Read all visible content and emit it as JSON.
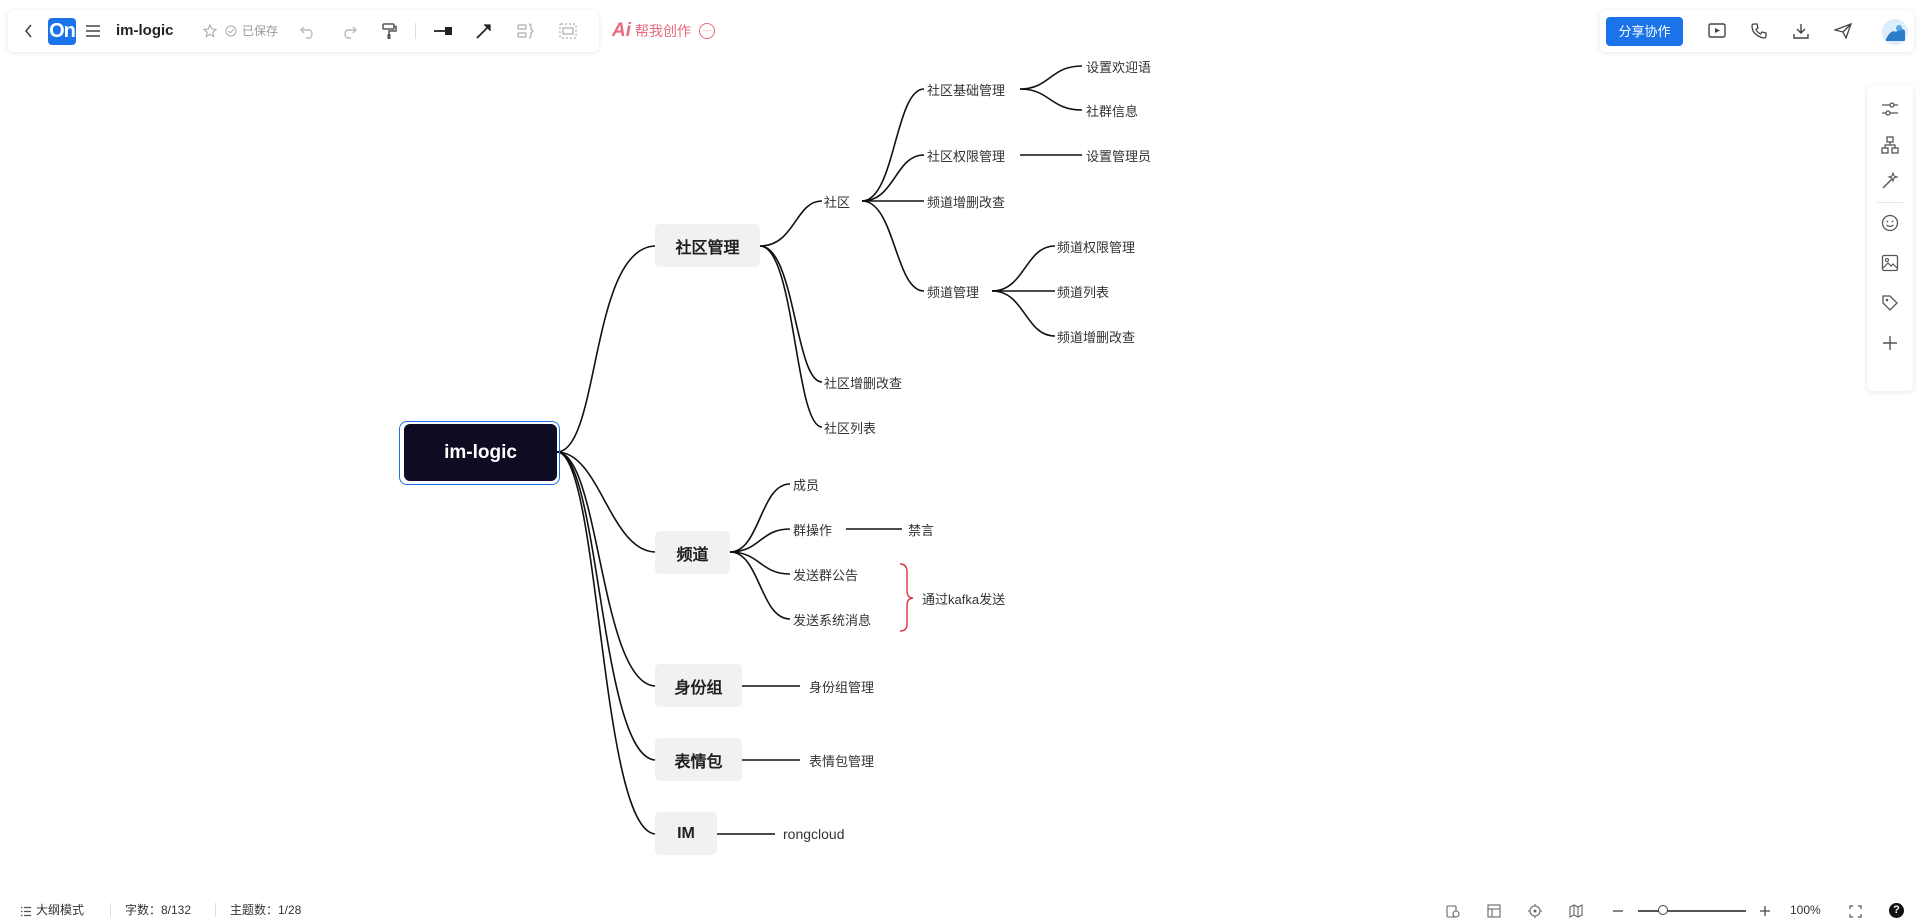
{
  "toolbar": {
    "logo_text": "On",
    "title": "im-logic",
    "saved_label": "已保存"
  },
  "ai": {
    "logo": "Ai",
    "label": "帮我创作"
  },
  "share": {
    "label": "分享协作"
  },
  "icons": {
    "toolbar": [
      "back-icon",
      "menu-icon",
      "star-icon",
      "undo-icon",
      "redo-icon",
      "format-painter-icon",
      "branch-style-icon",
      "connector-arrow-icon",
      "summary-icon",
      "frame-icon"
    ],
    "right": [
      "present-icon",
      "call-icon",
      "download-icon",
      "send-icon"
    ],
    "side": [
      "style-icon",
      "structure-icon",
      "theme-icon",
      "emoji-icon",
      "image-icon",
      "tag-icon",
      "add-icon"
    ]
  },
  "mindmap": {
    "root": "im-logic",
    "main_nodes": [
      "社区管理",
      "频道",
      "身份组",
      "表情包",
      "IM"
    ],
    "community": {
      "child": "社区",
      "basic": "社区基础管理",
      "basic_children": [
        "设置欢迎语",
        "社群信息"
      ],
      "permission": "社区权限管理",
      "permission_child": "设置管理员",
      "channel_crud": "频道增删改查",
      "channel_mgmt": "频道管理",
      "channel_mgmt_children": [
        "频道权限管理",
        "频道列表",
        "频道增删改查"
      ],
      "crud": "社区增删改查",
      "list": "社区列表"
    },
    "channel": {
      "members": "成员",
      "group_ops": "群操作",
      "mute": "禁言",
      "announce": "发送群公告",
      "sys_msg": "发送系统消息",
      "summary": "通过kafka发送"
    },
    "role_child": "身份组管理",
    "emoji_child": "表情包管理",
    "im_child": "rongcloud"
  },
  "status": {
    "outline_mode": "大纲模式",
    "word_count": "字数：8/132",
    "topic_count": "主题数：1/28",
    "zoom": "100%",
    "zoom_level": 0.5,
    "help": "?"
  },
  "colors": {
    "accent": "#1a73e8",
    "root_bg": "#0f0b22",
    "node_bg": "#f1f1f3",
    "ai": "#e86a7d",
    "summary_brace": "#d9363e"
  }
}
